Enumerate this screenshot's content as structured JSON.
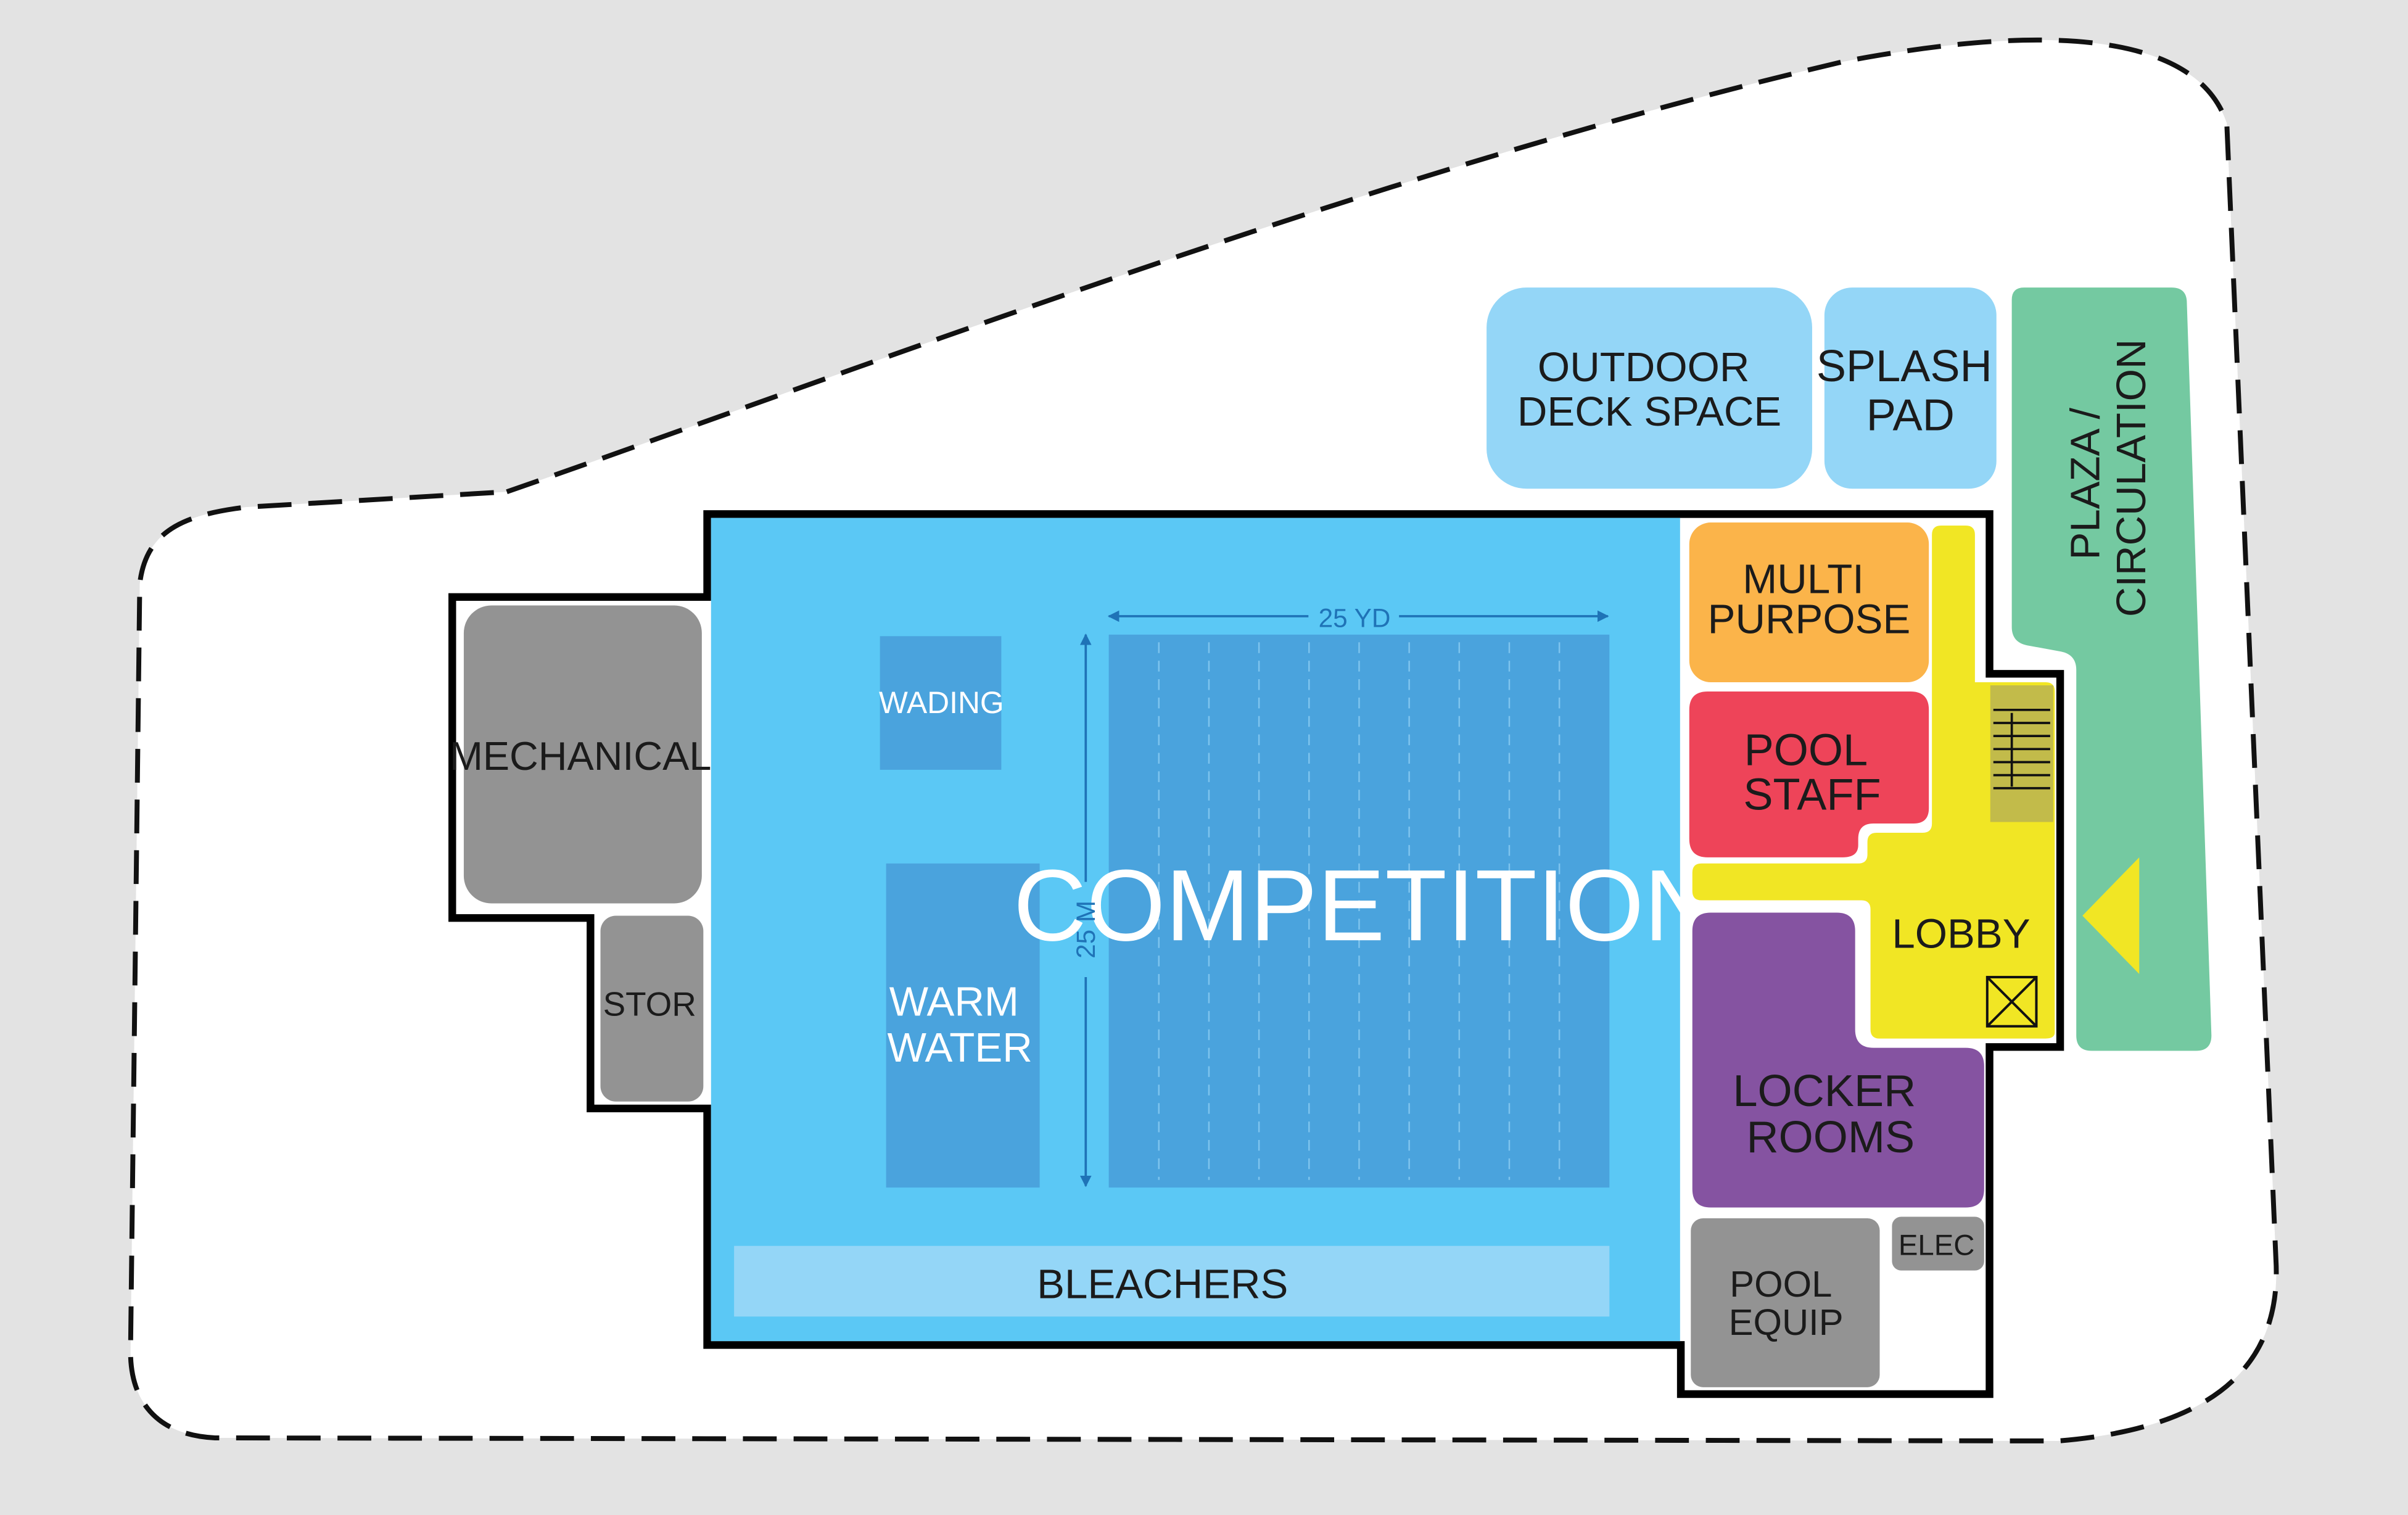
{
  "colors": {
    "background": "#e3e3e3",
    "site": "#ffffff",
    "natatorium": "#5bc8f5",
    "pool": "#4aa3dd",
    "light_blue": "#94d6f7",
    "mechanical": "#939393",
    "multipurpose": "#fbb44a",
    "pool_staff": "#ee4459",
    "lobby": "#f1e624",
    "locker_rooms": "#8553a1",
    "plaza": "#74c9a1",
    "wall": "#000000",
    "dimension": "#1f73b7"
  },
  "rooms": {
    "mechanical": "MECHANICAL",
    "stor": "STOR",
    "wading": "WADING",
    "warm_water": [
      "WARM",
      "WATER"
    ],
    "competition": "COMPETITION",
    "bleachers": "BLEACHERS",
    "outdoor_deck": [
      "OUTDOOR",
      "DECK SPACE"
    ],
    "splash_pad": [
      "SPLASH",
      "PAD"
    ],
    "plaza": [
      "PLAZA /",
      "CIRCULATION"
    ],
    "multi_purpose": [
      "MULTI",
      "PURPOSE"
    ],
    "pool_staff": [
      "POOL",
      "STAFF"
    ],
    "lobby": "LOBBY",
    "locker_rooms": [
      "LOCKER",
      "ROOMS"
    ],
    "pool_equip": [
      "POOL",
      "EQUIP"
    ],
    "elec": "ELEC"
  },
  "dimensions": {
    "width_label": "25 YD",
    "length_label": "25 M"
  },
  "competition_lanes": 10
}
